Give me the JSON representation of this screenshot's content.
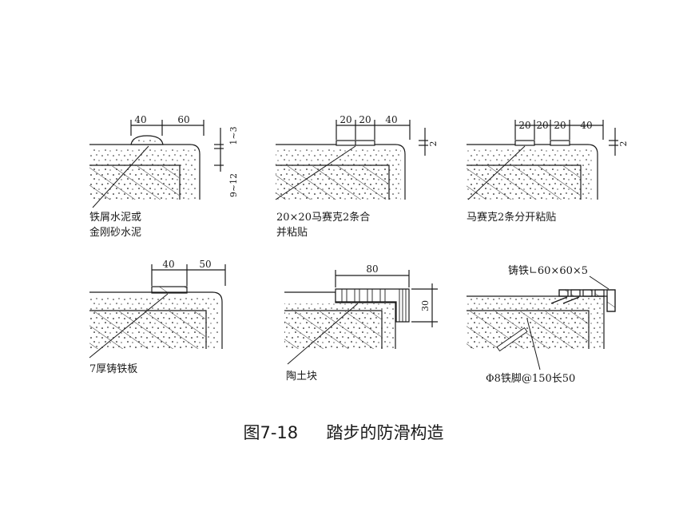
{
  "figure": {
    "caption_number": "图7-18",
    "caption_title": "踏步的防滑构造"
  },
  "panels": [
    {
      "id": "p1",
      "dims": [
        "40",
        "60"
      ],
      "side_dims": [
        "9~12",
        "1~3"
      ],
      "labels": [
        "铁屑水泥或",
        "金刚砂水泥"
      ]
    },
    {
      "id": "p2",
      "dims": [
        "20",
        "20",
        "40"
      ],
      "side_dims": [
        "2"
      ],
      "labels": [
        "20×20马赛克2条合",
        "并粘贴"
      ]
    },
    {
      "id": "p3",
      "dims": [
        "20",
        "20",
        "20",
        "40"
      ],
      "side_dims": [
        "2"
      ],
      "labels": [
        "马赛克2条分开粘贴"
      ]
    },
    {
      "id": "p4",
      "dims": [
        "40",
        "50"
      ],
      "labels": [
        "7厚铸铁板"
      ]
    },
    {
      "id": "p5",
      "dims": [
        "80"
      ],
      "side_dims": [
        "30"
      ],
      "labels": [
        "陶土块"
      ]
    },
    {
      "id": "p6",
      "labels": [
        "铸铁∟60×60×5",
        "Φ8铁脚@150长50"
      ]
    }
  ],
  "colors": {
    "ink": "#1a1a1a",
    "fill": "#ffffff"
  }
}
